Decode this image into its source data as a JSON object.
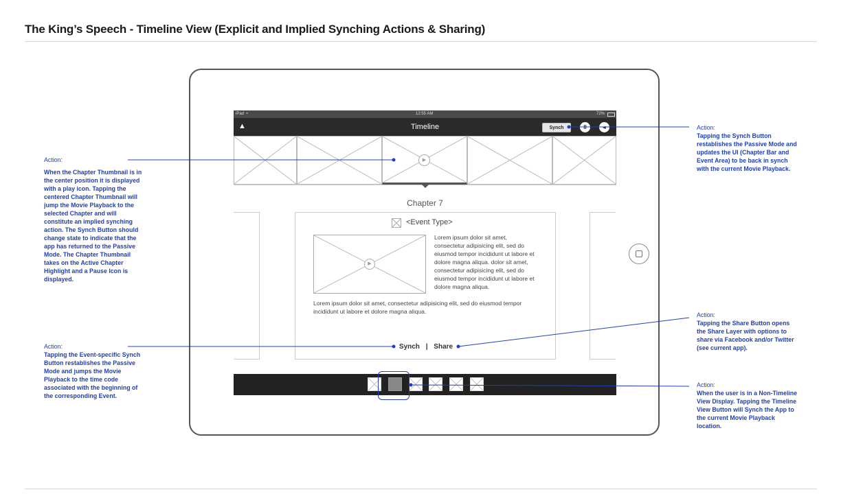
{
  "page_title": "The King’s Speech - Timeline View (Explicit and Implied Synching Actions & Sharing)",
  "device": {
    "status_left": "iPad",
    "status_time": "12:55 AM",
    "status_battery": "72%",
    "nav_back_glyph": "▲",
    "nav_title": "Timeline",
    "synch_button": "Synch",
    "pause_glyph": "II",
    "rewind_glyph": "◂"
  },
  "chapter_label": "Chapter 7",
  "event": {
    "type": "<Event Type>",
    "body": "Lorem ipsum dolor sit amet, consectetur adipisicing elit, sed do eiusmod tempor incididunt ut labore et dolore magna aliqua. dolor sit amet, consectetur adipisicing elit, sed do eiusmod tempor incididunt ut labore et dolore magna aliqua.",
    "body2": "Lorem ipsum dolor sit amet, consectetur adipisicing elit, sed do eiusmod tempor incididunt ut labore et dolore magna aliqua.",
    "synch": "Synch",
    "separator": "|",
    "share": "Share"
  },
  "notes": {
    "chapter_thumb": {
      "heading": "Action:",
      "body": "When the Chapter Thumbnail is in the center position it is displayed with a play icon. Tapping the centered Chapter Thumbnail will jump the Movie Playback to the selected Chapter and will constitute an implied synching action. The Synch Button should change state to indicate that the app has returned to the Passive Mode. The Chapter Thumbnail takes on the Active Chapter Highlight and a Pause Icon is displayed."
    },
    "event_synch": {
      "heading": "Action:",
      "body": "Tapping the Event-specific Synch Button restablishes the Passive Mode and jumps the Movie Playback to the time code associated with the beginning of the corresponding Event."
    },
    "synch_button": {
      "heading": "Action:",
      "body": "Tapping the Synch Button restablishes the Passive Mode and updates the UI (Chapter Bar and Event Area) to be back in synch with the current Movie Playback."
    },
    "share_button": {
      "heading": "Action:",
      "body": "Tapping the Share Button opens the Share Layer with options to share via Facebook and/or Twitter (see current app)."
    },
    "timeline_button": {
      "heading": "Action:",
      "body": "When the user is in a Non-Timeline View Display. Tapping the Timeline View Button will Synch the App to the current Movie Playback location."
    }
  },
  "colors": {
    "annotation": "#1f3fb8",
    "navbar": "#2a2a2a",
    "statusbar": "#4a4a4a"
  }
}
